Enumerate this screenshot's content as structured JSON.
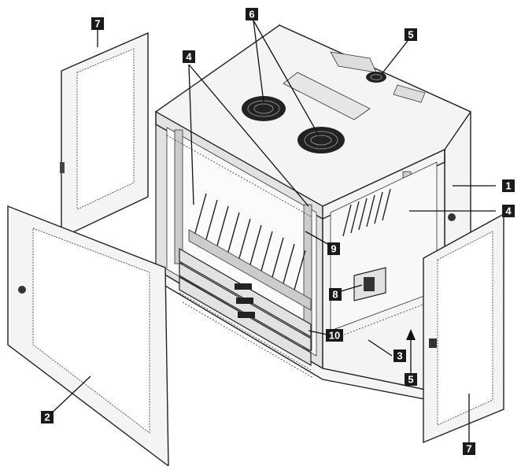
{
  "callouts": [
    {
      "id": "c1",
      "label": "1"
    },
    {
      "id": "c2",
      "label": "2"
    },
    {
      "id": "c3",
      "label": "3"
    },
    {
      "id": "c4a",
      "label": "4"
    },
    {
      "id": "c4b",
      "label": "4"
    },
    {
      "id": "c5a",
      "label": "5"
    },
    {
      "id": "c5b",
      "label": "5"
    },
    {
      "id": "c6",
      "label": "6"
    },
    {
      "id": "c7a",
      "label": "7"
    },
    {
      "id": "c7b",
      "label": "7"
    },
    {
      "id": "c8",
      "label": "8"
    },
    {
      "id": "c9",
      "label": "9"
    },
    {
      "id": "c10",
      "label": "10"
    }
  ],
  "icons": {
    "fan": "fan-icon",
    "lock": "lock-icon"
  },
  "colors": {
    "line": "#222222",
    "callout_bg": "#1a1a1a",
    "callout_text": "#ffffff"
  }
}
